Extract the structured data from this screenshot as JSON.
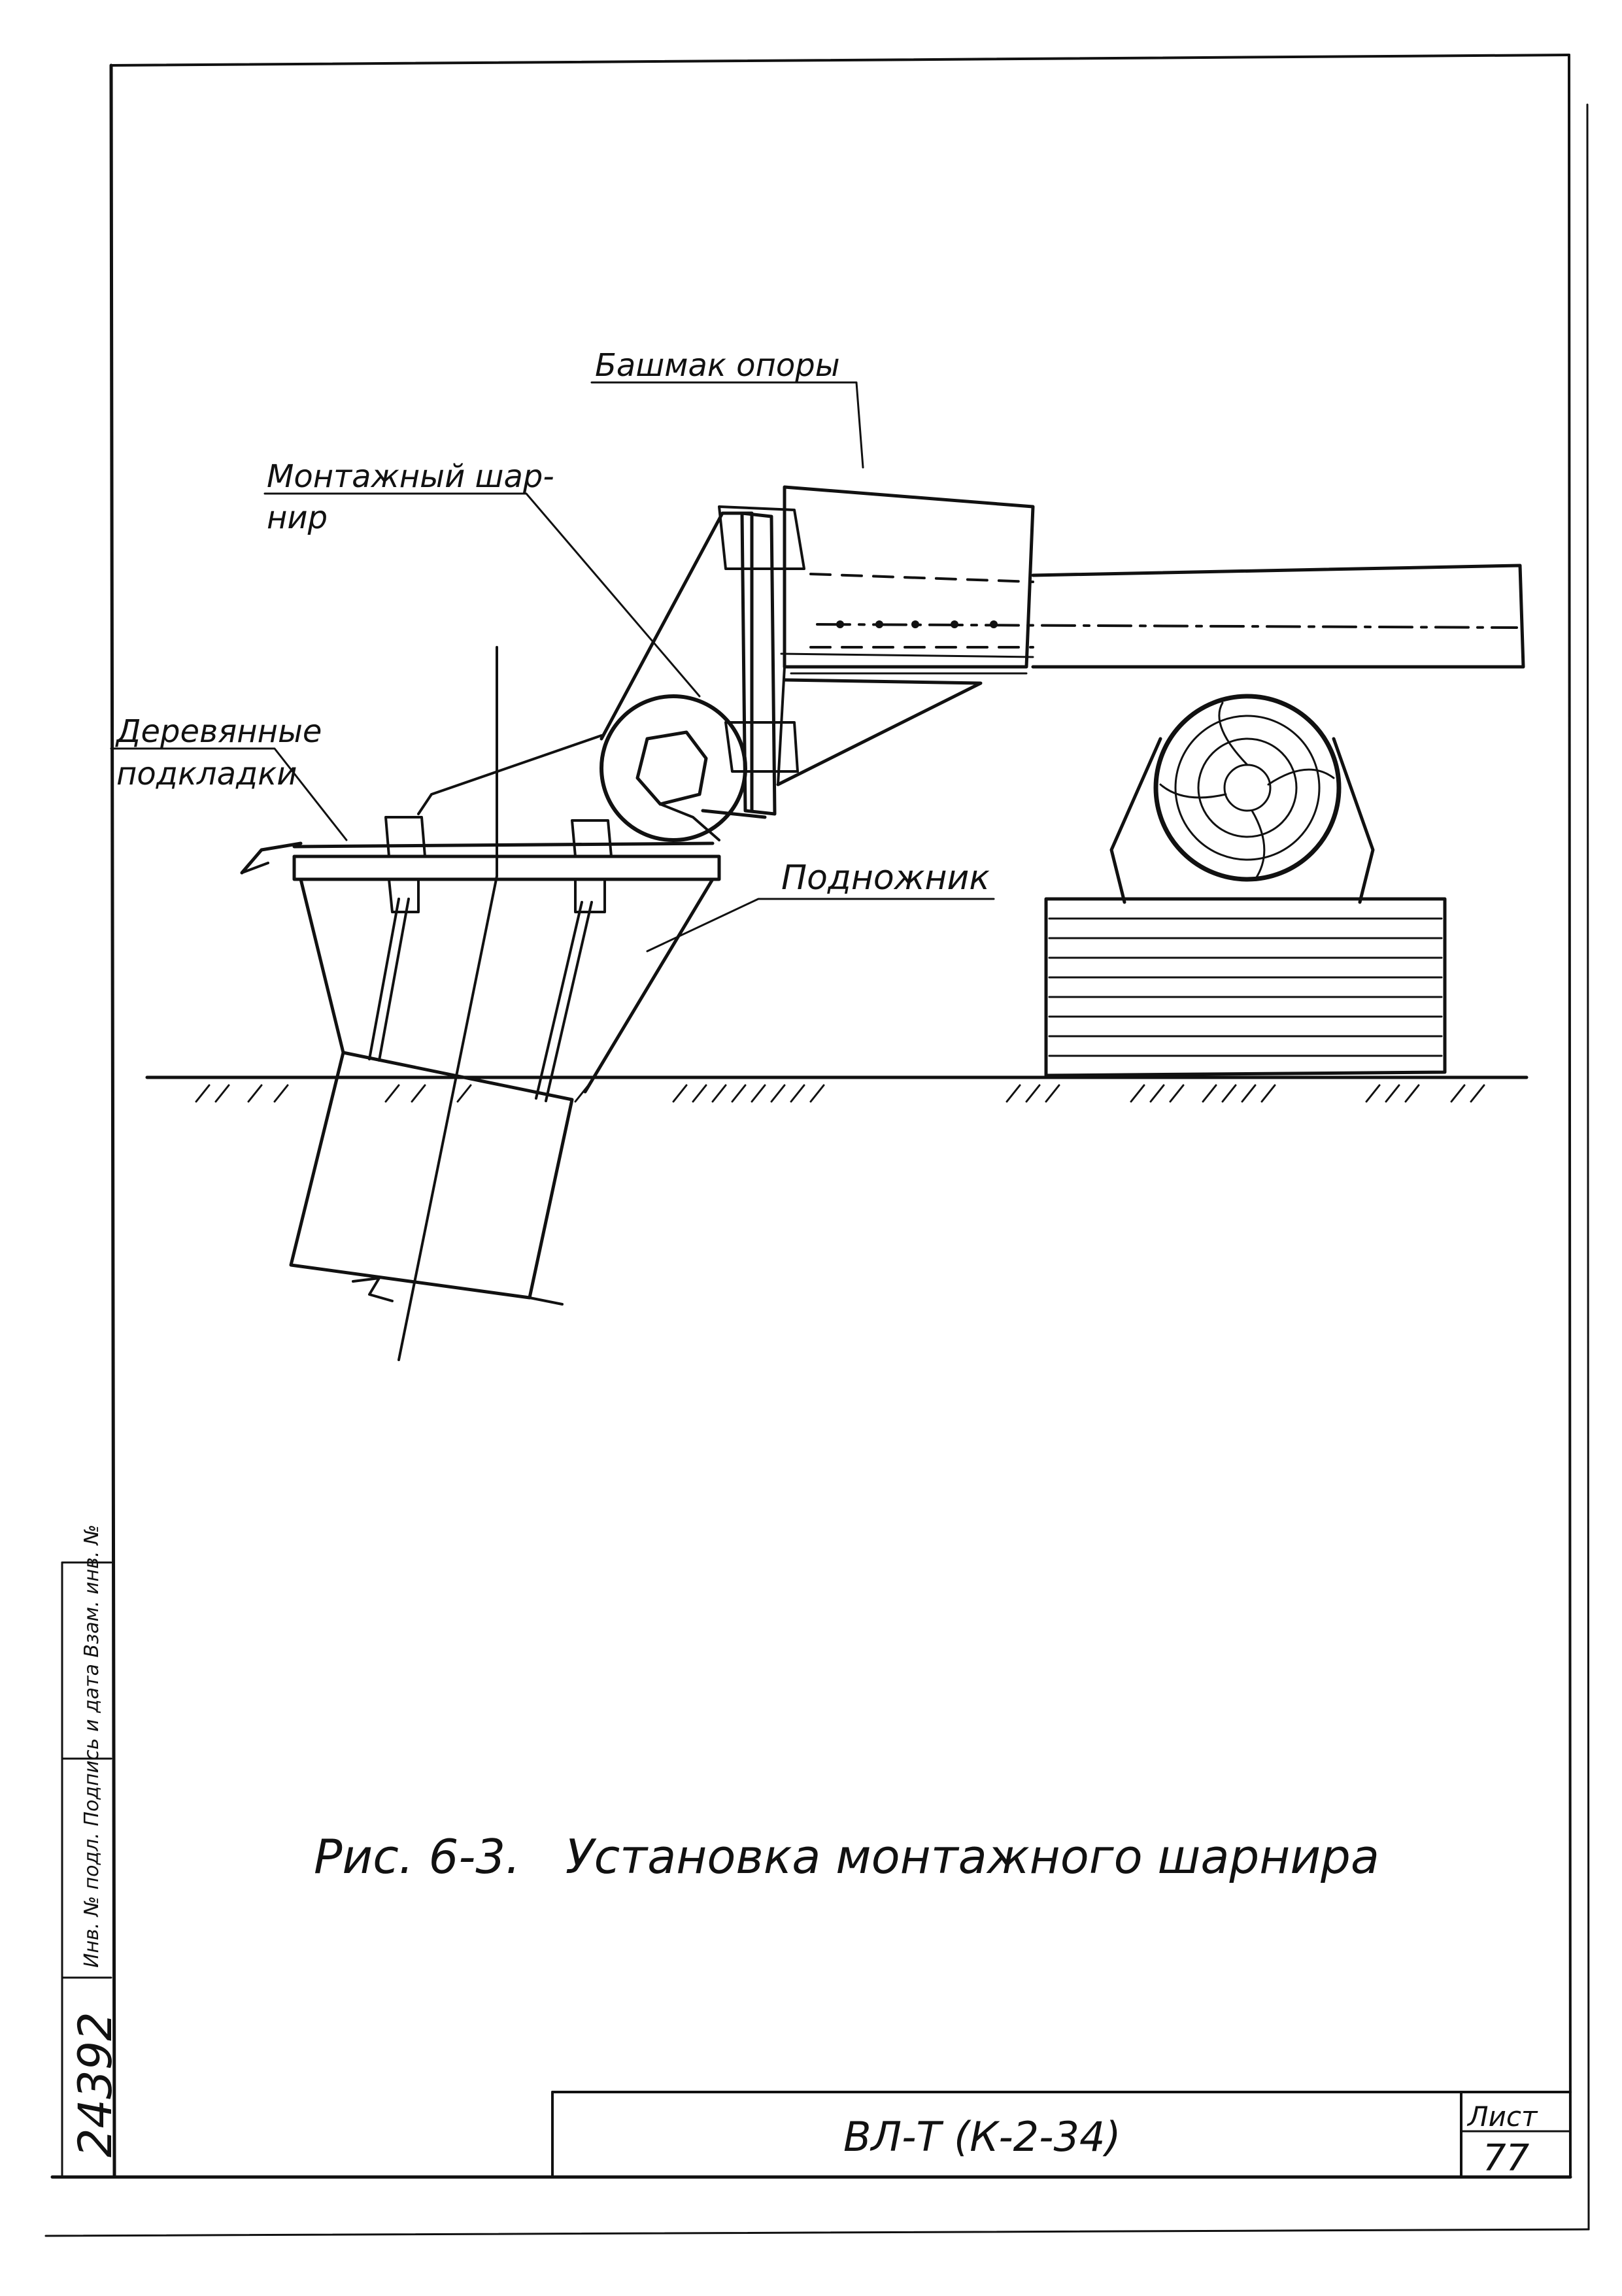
{
  "labels": {
    "boot": "Башмак опоры",
    "hinge_line1": "Монтажный шар-",
    "hinge_line2": "нир",
    "pads_line1": "Деревянные",
    "pads_line2": "подкладки",
    "footing": "Подножник"
  },
  "caption": "Рис. 6-3.   Установка монтажного шарнира",
  "side_stamp": {
    "inv_number": "24392",
    "field_text": "Инв. № подл.   Подпись и дата   Взам. инв. №"
  },
  "title_block": {
    "designation": "ВЛ-Т (К-2-34)",
    "sheet_label": "Лист",
    "sheet_number": "77"
  }
}
